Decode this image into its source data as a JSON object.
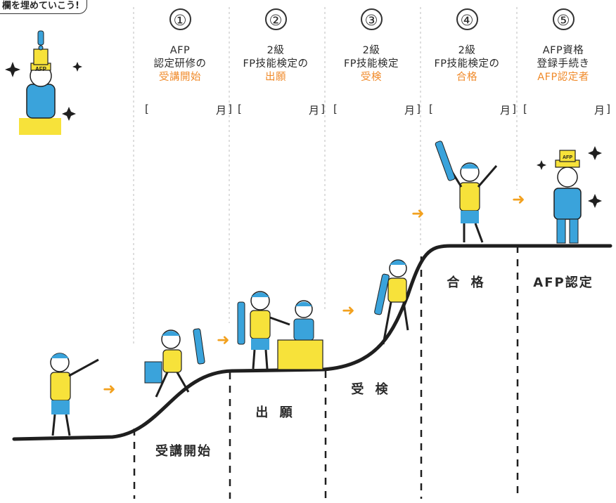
{
  "speech_bubble": "欄を埋めていこう!",
  "steps": [
    {
      "number": "①",
      "lines": [
        "AFP",
        "認定研修の"
      ],
      "highlight": "受講開始",
      "month_bracket_open": "[",
      "month_label": "月",
      "month_bracket_close": "]"
    },
    {
      "number": "②",
      "lines": [
        "2級",
        "FP技能検定の"
      ],
      "highlight": "出願",
      "month_bracket_open": "[",
      "month_label": "月",
      "month_bracket_close": "]"
    },
    {
      "number": "③",
      "lines": [
        "2級",
        "FP技能検定"
      ],
      "highlight": "受検",
      "month_bracket_open": "[",
      "month_label": "月",
      "month_bracket_close": "]"
    },
    {
      "number": "④",
      "lines": [
        "2級",
        "FP技能検定の"
      ],
      "highlight": "合格",
      "month_bracket_open": "[",
      "month_label": "月",
      "month_bracket_close": "]"
    },
    {
      "number": "⑤",
      "lines": [
        "AFP資格",
        "登録手続き"
      ],
      "highlight": "AFP認定者",
      "month_bracket_open": "[",
      "month_label": "月",
      "month_bracket_close": "]"
    }
  ],
  "stages": [
    "受講開始",
    "出 願",
    "受 検",
    "合 格",
    "AFP認定"
  ],
  "hat_label": "AFP",
  "colors": {
    "accent_orange": "#f08a2a",
    "shirt_yellow": "#f7e23a",
    "blue": "#3aa3db",
    "line": "#1f1f1f",
    "dash": "#c8c8c8"
  }
}
